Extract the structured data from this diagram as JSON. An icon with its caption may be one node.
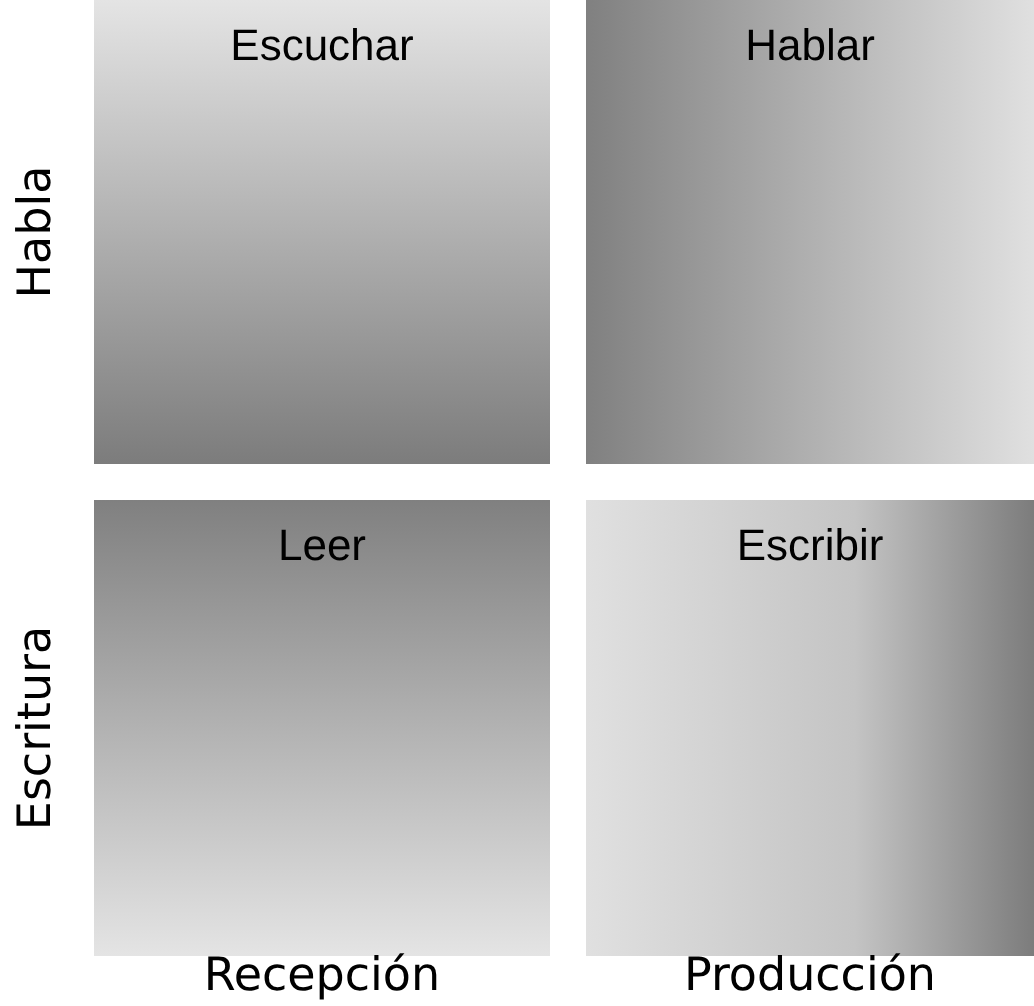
{
  "diagram": {
    "nodes": [
      {
        "text": [
          "Escuchar"
        ]
      },
      {
        "text": [
          "Hablar"
        ]
      },
      {
        "text": [
          "Leer"
        ]
      },
      {
        "text": [
          "Escribir"
        ]
      }
    ],
    "labels": [
      "Habla",
      "Escritura",
      "Recepción",
      "Producción"
    ]
  }
}
